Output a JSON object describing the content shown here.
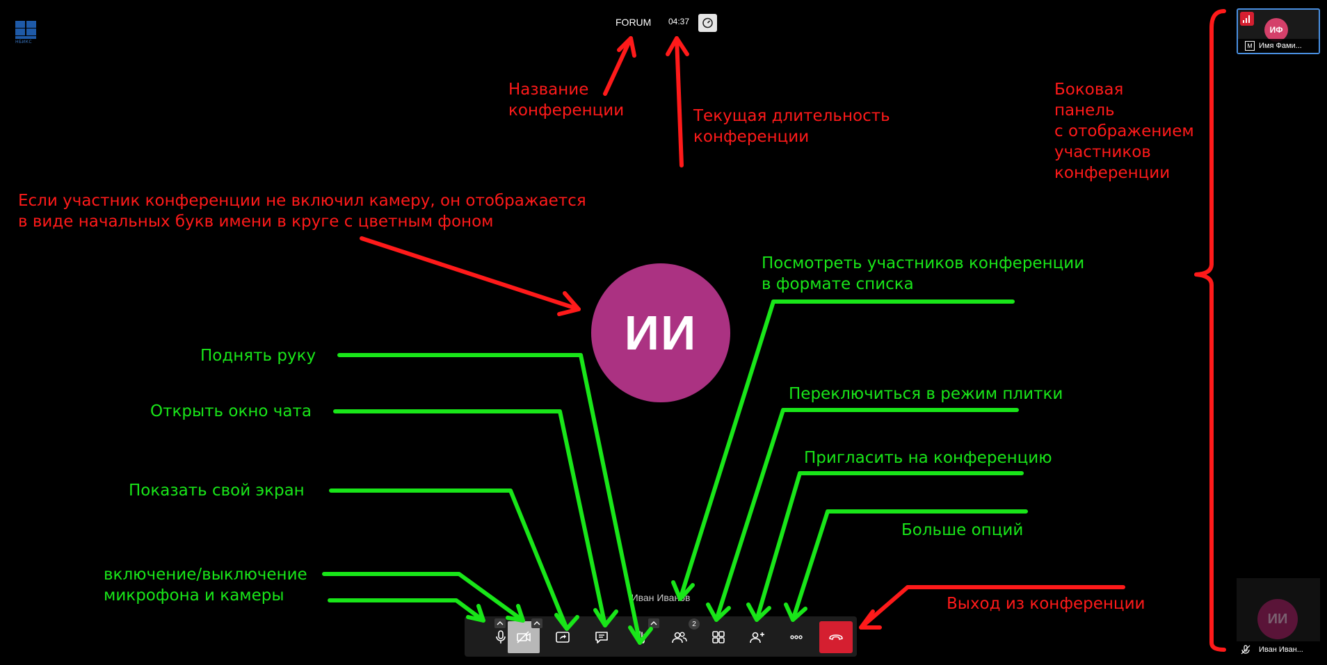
{
  "app": {
    "logo_text": "НБИКС",
    "conference_title": "FORUM",
    "elapsed_time": "04:37"
  },
  "main": {
    "avatar_initials": "ИИ",
    "avatar_color": "#ab3282",
    "speaker_name": "Иван Иванов"
  },
  "toolbar": {
    "icons": [
      "microphone-icon",
      "camera-off-icon",
      "share-screen-icon",
      "chat-icon",
      "raise-hand-icon",
      "participants-icon",
      "tile-view-icon",
      "invite-icon",
      "more-icon",
      "hangup-icon"
    ],
    "participants_count": "2",
    "hangup_color": "#d51f30"
  },
  "sidebar": {
    "tiles": [
      {
        "initials": "ИФ",
        "name": "Имя Фами...",
        "moderator_mark": "M",
        "color": "#d4406a"
      },
      {
        "initials": "ИИ",
        "name": "Иван Иван...",
        "color": "#5a1438"
      }
    ]
  },
  "annotations": {
    "conf_name": [
      "Название",
      "конференции"
    ],
    "duration": [
      "Текущая длительность",
      "конференции"
    ],
    "side_panel": [
      "Боковая",
      "панель",
      "с отображением",
      "участников",
      "конференции"
    ],
    "no_camera": [
      "Если участник конференции не включил камеру, он отображается",
      "в виде начальных букв имени в круге с цветным фоном"
    ],
    "list_view": [
      "Посмотреть участников конференции",
      "в формате списка"
    ],
    "raise_hand": "Поднять руку",
    "tile_mode": "Переключиться в режим плитки",
    "open_chat": "Открыть окно чата",
    "invite": "Пригласить на конференцию",
    "share_screen": "Показать свой экран",
    "more_options": "Больше опций",
    "mic_cam": [
      "включение/выключение",
      "микрофона и камеры"
    ],
    "leave": "Выход из конференции"
  }
}
